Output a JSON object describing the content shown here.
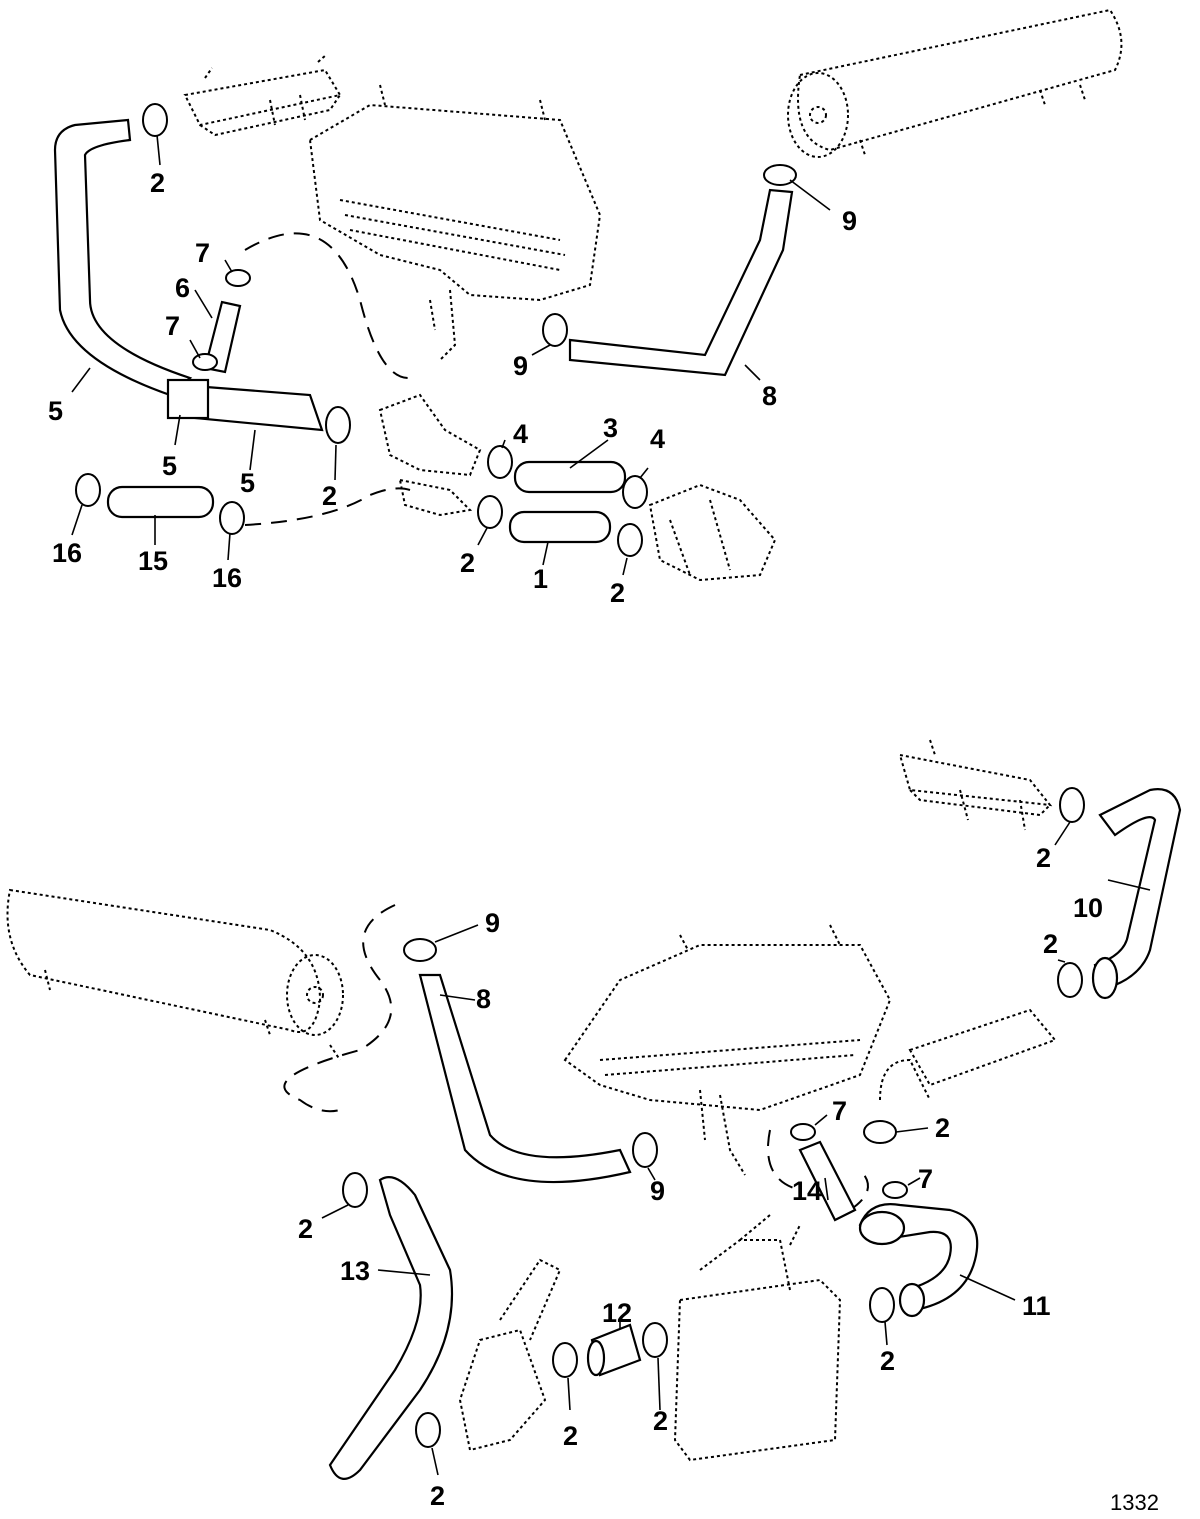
{
  "figure_number": "1332",
  "top_view": {
    "callouts": [
      "2",
      "9",
      "7",
      "6",
      "7",
      "5",
      "5",
      "5",
      "8",
      "4",
      "3",
      "4",
      "2",
      "16",
      "15",
      "16",
      "2",
      "1",
      "2"
    ]
  },
  "bottom_view": {
    "callouts": [
      "2",
      "10",
      "2",
      "9",
      "8",
      "7",
      "2",
      "7",
      "2",
      "9",
      "14",
      "11",
      "12",
      "13",
      "2",
      "2",
      "2",
      "2"
    ]
  }
}
